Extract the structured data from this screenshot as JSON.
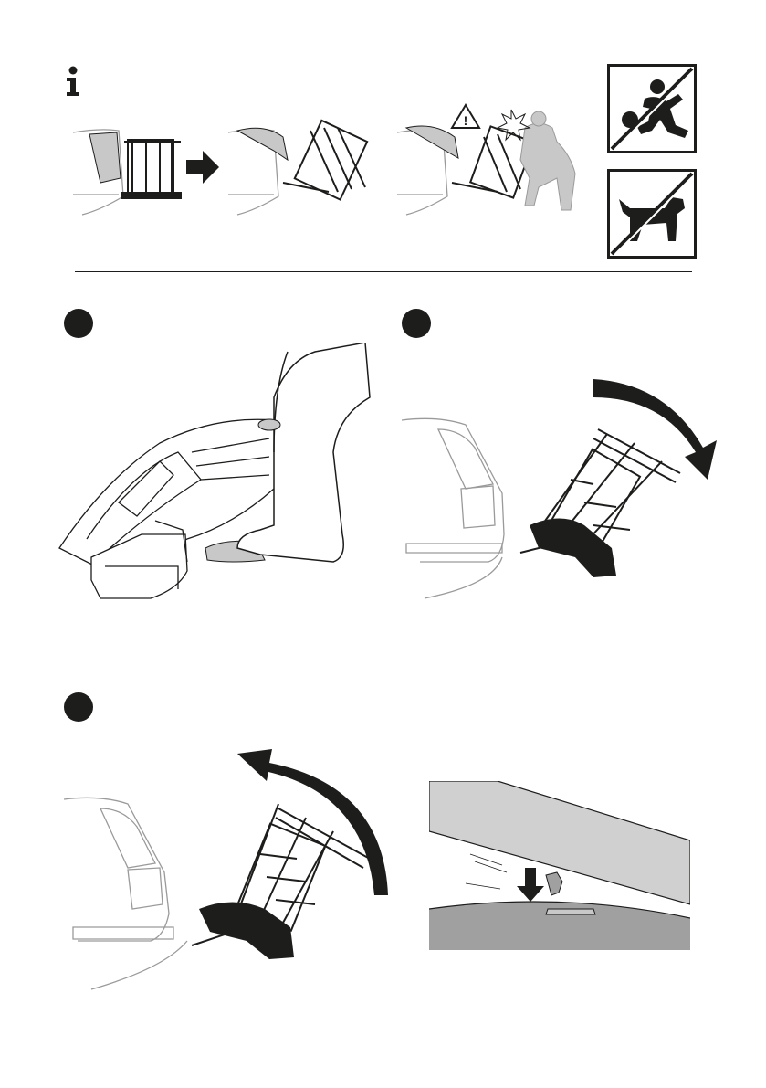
{
  "info": {
    "icon": "info-icon"
  },
  "warning": {
    "icon": "warning-triangle-icon",
    "glyph": "!"
  },
  "prohibitions": [
    {
      "icon": "no-children-playing-icon"
    },
    {
      "icon": "no-dogs-icon"
    }
  ],
  "steps": [
    {
      "icon": "step-1-dot"
    },
    {
      "icon": "step-2-dot"
    },
    {
      "icon": "step-3-dot"
    }
  ],
  "colors": {
    "ink": "#1d1d1b",
    "gray": "#c8c8c8",
    "road": "#a0a0a0",
    "outline": "#9a9a9a"
  }
}
